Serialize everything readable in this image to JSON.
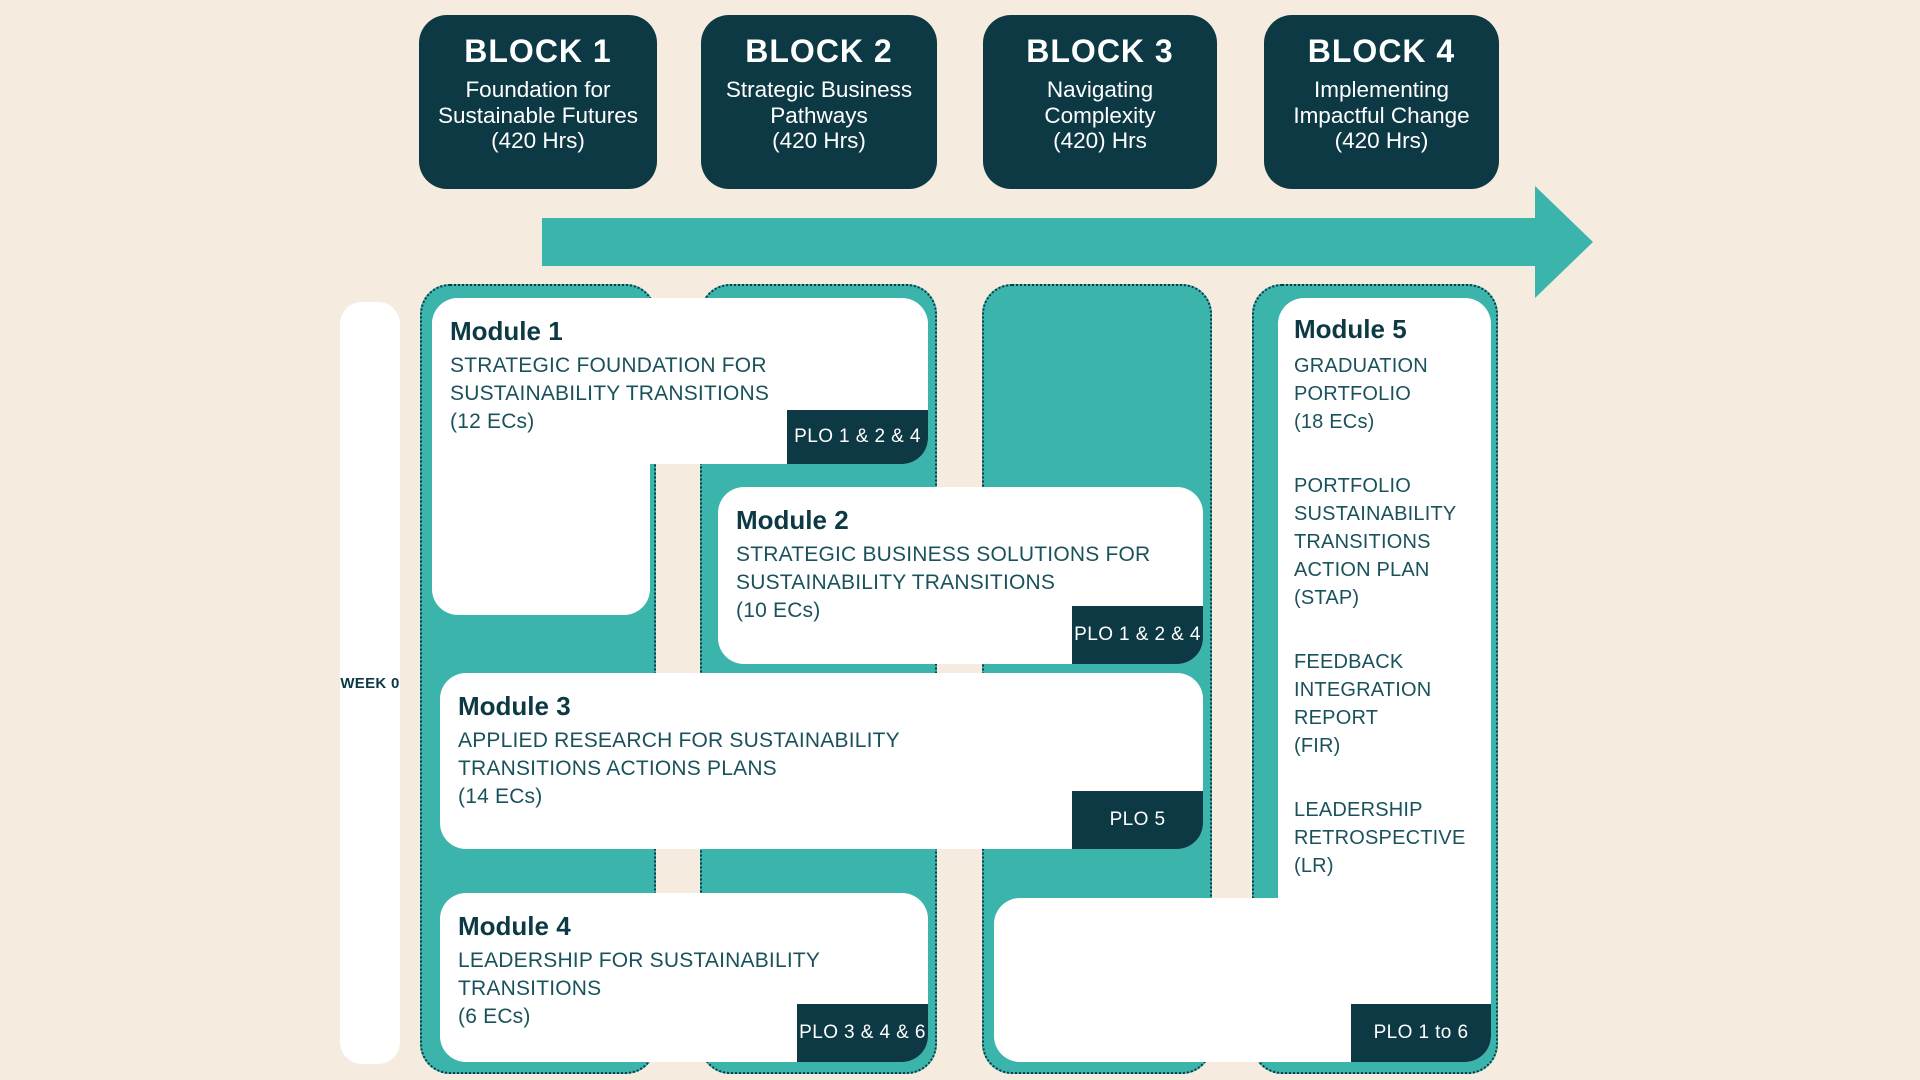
{
  "colors": {
    "background": "#F5ECDF",
    "teal": "#3BB4AC",
    "dark_navy": "#0C3944",
    "card_white": "#FFFFFF",
    "body_text": "#1A525B"
  },
  "blocks": [
    {
      "title": "BLOCK 1",
      "lines": [
        "Foundation for",
        "Sustainable Futures",
        "(420 Hrs)"
      ]
    },
    {
      "title": "BLOCK 2",
      "lines": [
        "Strategic Business",
        "Pathways",
        "(420 Hrs)"
      ]
    },
    {
      "title": "BLOCK 3",
      "lines": [
        "Navigating",
        "Complexity",
        "(420) Hrs"
      ]
    },
    {
      "title": "BLOCK 4",
      "lines": [
        "Implementing",
        "Impactful Change",
        "(420 Hrs)"
      ]
    }
  ],
  "week_label": "WEEK 0",
  "modules": [
    {
      "title": "Module 1",
      "lines": [
        "STRATEGIC FOUNDATION FOR",
        "SUSTAINABILITY TRANSITIONS",
        "(12 ECs)"
      ],
      "plo": "PLO 1 & 2 & 4"
    },
    {
      "title": "Module 2",
      "lines": [
        "STRATEGIC BUSINESS SOLUTIONS FOR",
        "SUSTAINABILITY TRANSITIONS",
        "(10 ECs)"
      ],
      "plo": "PLO 1 & 2 & 4"
    },
    {
      "title": "Module 3",
      "lines": [
        "APPLIED RESEARCH FOR SUSTAINABILITY",
        "TRANSITIONS ACTIONS PLANS",
        "(14 ECs)"
      ],
      "plo": "PLO 5"
    },
    {
      "title": "Module 4",
      "lines": [
        "LEADERSHIP FOR SUSTAINABILITY",
        "TRANSITIONS",
        "(6 ECs)"
      ],
      "plo": "PLO 3 & 4 & 6"
    },
    {
      "title": "Module 5",
      "paragraphs": [
        [
          "GRADUATION",
          "PORTFOLIO",
          "(18 ECs)"
        ],
        [
          "PORTFOLIO",
          "SUSTAINABILITY",
          "TRANSITIONS",
          "ACTION PLAN",
          "(STAP)"
        ],
        [
          "FEEDBACK",
          "INTEGRATION",
          "REPORT",
          "(FIR)"
        ],
        [
          "LEADERSHIP",
          "RETROSPECTIVE",
          "(LR)"
        ]
      ],
      "plo": "PLO 1 to 6"
    }
  ]
}
